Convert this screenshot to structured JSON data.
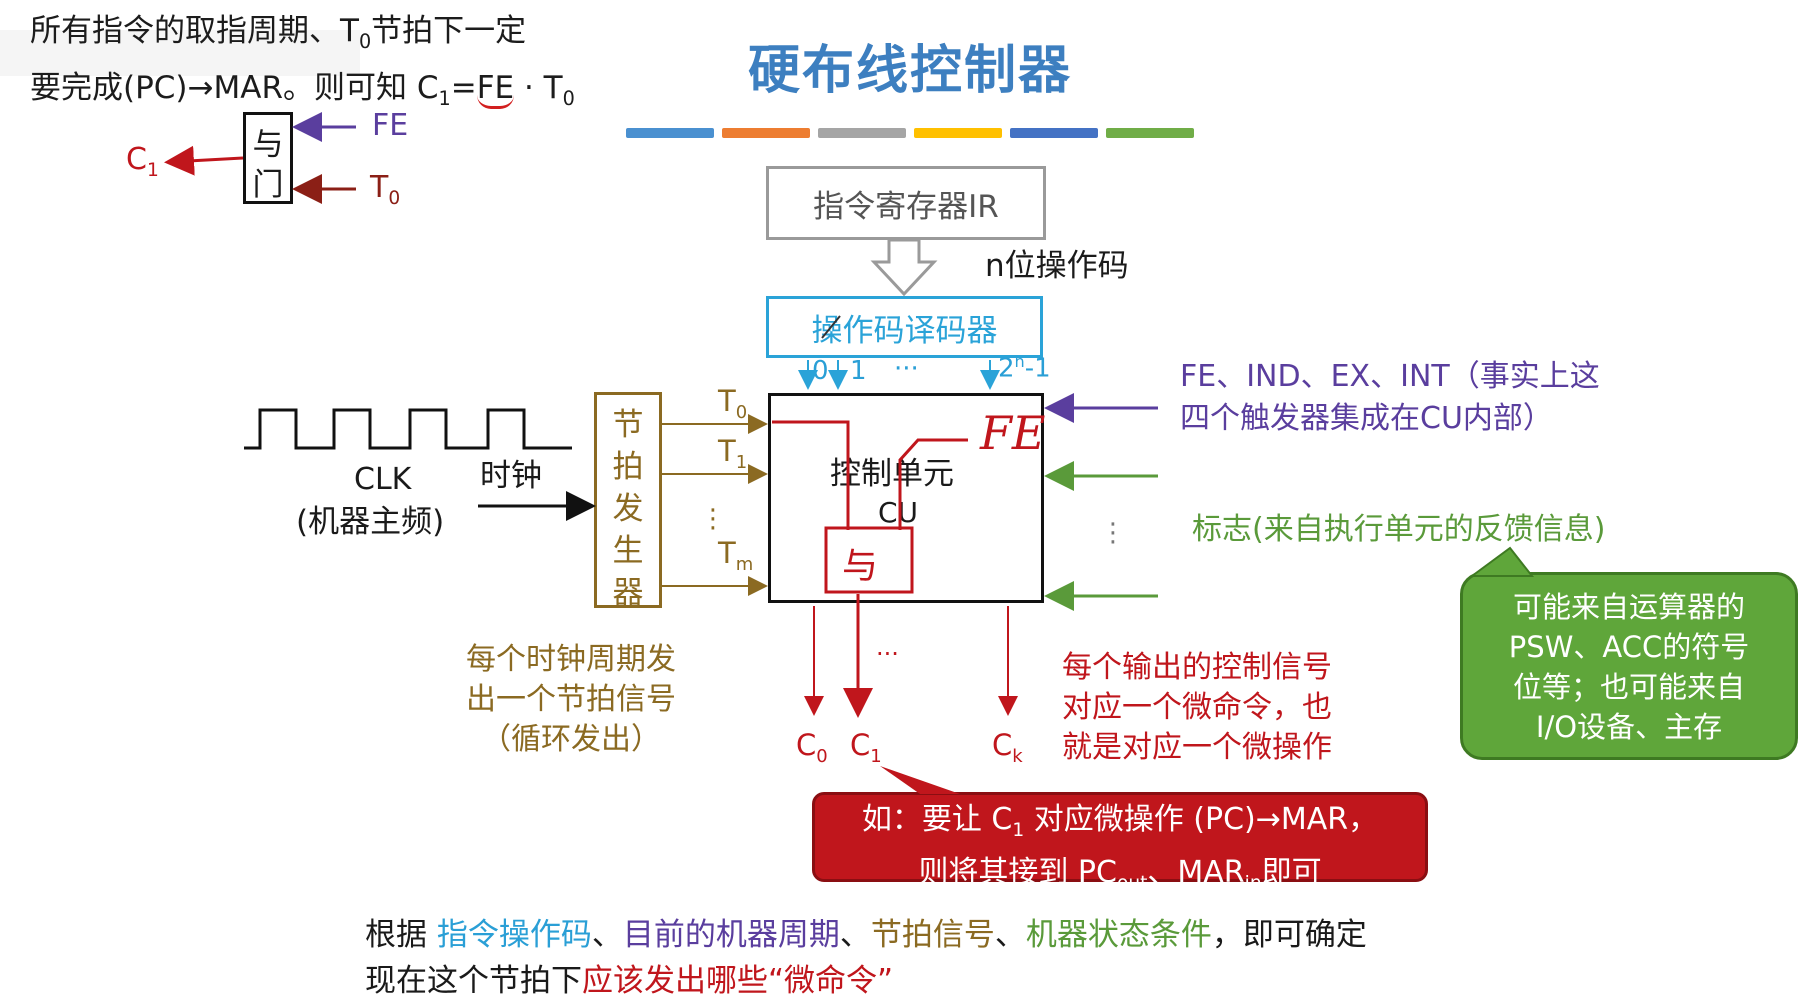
{
  "note": {
    "line1_a": "所有指令的取指周期、T",
    "line1_sub": "0",
    "line1_b": "节拍下一定",
    "line2_a": "要完成(PC)→MAR。则可知 C",
    "line2_sub": "1",
    "line2_eq": "=",
    "line2_fe": "FE",
    "line2_dot": " · T",
    "line2_sub2": "0"
  },
  "title": "硬布线控制器",
  "color_bars": [
    "#4a90d0",
    "#ed7d31",
    "#a5a5a5",
    "#ffc000",
    "#4472c4",
    "#70ad47"
  ],
  "and_gate": {
    "char1": "与",
    "char2": "门",
    "output_label": "C",
    "output_sub": "1",
    "input1": "FE",
    "input2": "T",
    "input2_sub": "0"
  },
  "ir_label": "指令寄存器IR",
  "opcode_label": "n位操作码",
  "decoder_label": "操作码译码器",
  "decoder_outputs": {
    "o0": "0",
    "o1": "1",
    "dots": "···",
    "last": "2",
    "last_sup": "n",
    "last_tail": "-1"
  },
  "clock": {
    "label": "CLK",
    "sublabel": "(机器主频)",
    "chinese": "时钟"
  },
  "generator": [
    "节",
    "拍",
    "发",
    "生",
    "器"
  ],
  "beats": {
    "t0": "T",
    "t0_sub": "0",
    "t1": "T",
    "t1_sub": "1",
    "dots": "⋮",
    "tm": "T",
    "tm_sub": "m"
  },
  "cu": {
    "line1": "控制单元",
    "line2": "CU"
  },
  "handwriting": {
    "fe": "FE"
  },
  "cu_dots_right": "⋮",
  "cu_outputs": {
    "c0": "C",
    "c0_sub": "0",
    "c1": "C",
    "c1_sub": "1",
    "dots": "···",
    "ck": "C",
    "ck_sub": "k"
  },
  "flipflop_text": {
    "line1": "FE、IND、EX、INT（事实上这",
    "line2": "四个触发器集成在CU内部）"
  },
  "flags_text": "标志(来自执行单元的反馈信息)",
  "green_callout": [
    "可能来自运算器的",
    "PSW、ACC的符号",
    "位等；也可能来自",
    "I/O设备、主存"
  ],
  "beat_note": [
    "每个时钟周期发",
    "出一个节拍信号",
    "（循环发出）"
  ],
  "control_note": [
    "每个输出的控制信号",
    "对应一个微命令，也",
    "就是对应一个微操作"
  ],
  "red_callout": {
    "l1_a": "如：要让 C",
    "l1_sub": "1",
    "l1_b": " 对应微操作 (PC)→MAR，",
    "l2_a": "则将其接到 PC",
    "l2_sub1": "out",
    "l2_b": "、MAR",
    "l2_sub2": "in",
    "l2_c": "即可"
  },
  "bottom": {
    "p1": "根据 ",
    "k1": "指令操作码",
    "s1": "、",
    "k2": "目前的机器周期",
    "s2": "、",
    "k3": "节拍信号",
    "s3": "、",
    "k4": "机器状态条件",
    "p2": "，即可确定",
    "p3": "现在这个节拍下",
    "k5": "应该发出哪些“微命令”"
  }
}
